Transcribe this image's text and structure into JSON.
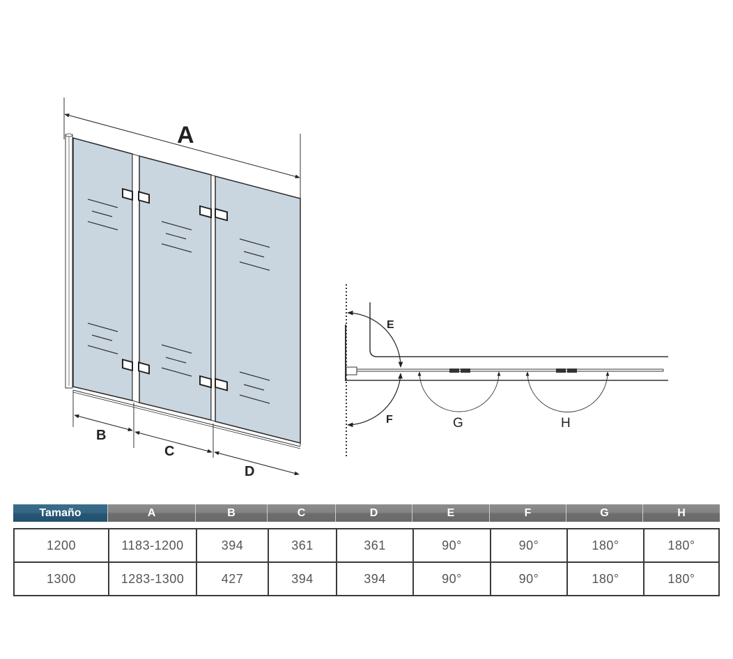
{
  "diagram": {
    "front_view": {
      "width_label": "A",
      "panel_labels": [
        "B",
        "C",
        "D"
      ],
      "glass_color": "#c9d6df",
      "frame_color": "#2b2b2b"
    },
    "top_view": {
      "angle_labels": [
        "E",
        "F",
        "G",
        "H"
      ]
    }
  },
  "table": {
    "header_color_first": "#2e5f7e",
    "header_color": "#7a7a7a",
    "columns": [
      "Tamaño",
      "A",
      "B",
      "C",
      "D",
      "E",
      "F",
      "G",
      "H"
    ],
    "rows": [
      [
        "1200",
        "1183-1200",
        "394",
        "361",
        "361",
        "90°",
        "90°",
        "180°",
        "180°"
      ],
      [
        "1300",
        "1283-1300",
        "427",
        "394",
        "394",
        "90°",
        "90°",
        "180°",
        "180°"
      ]
    ]
  }
}
